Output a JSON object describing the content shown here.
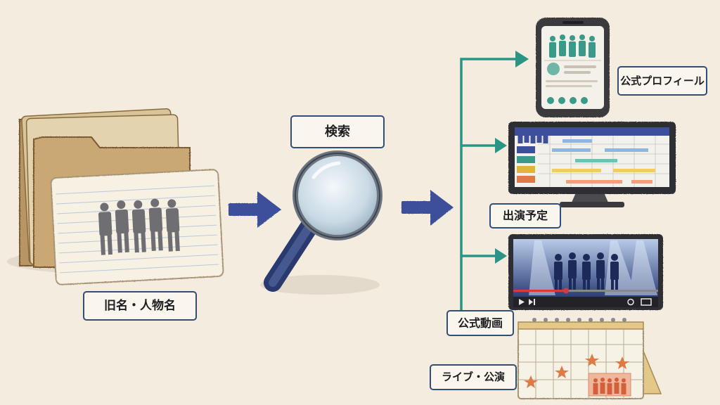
{
  "labels": {
    "source": "旧名・人物名",
    "search": "検索",
    "profile": "公式プロフィール",
    "schedule": "出演予定",
    "video": "公式動画",
    "live": "ライブ・公演"
  },
  "colors": {
    "background": "#f3ecdf",
    "label_border": "#2f4f7a",
    "arrow_blue": "#3d4f9a",
    "branch_teal": "#2a9585",
    "folder": "#c9a873",
    "silhouette": "#6f6f73",
    "star": "#e07a45"
  },
  "icons": {
    "source": "folder-with-photo-card-icon",
    "search": "magnifying-glass-icon",
    "profile": "smartphone-profile-icon",
    "schedule": "monitor-schedule-icon",
    "video": "video-player-icon",
    "live": "desk-calendar-icon"
  }
}
